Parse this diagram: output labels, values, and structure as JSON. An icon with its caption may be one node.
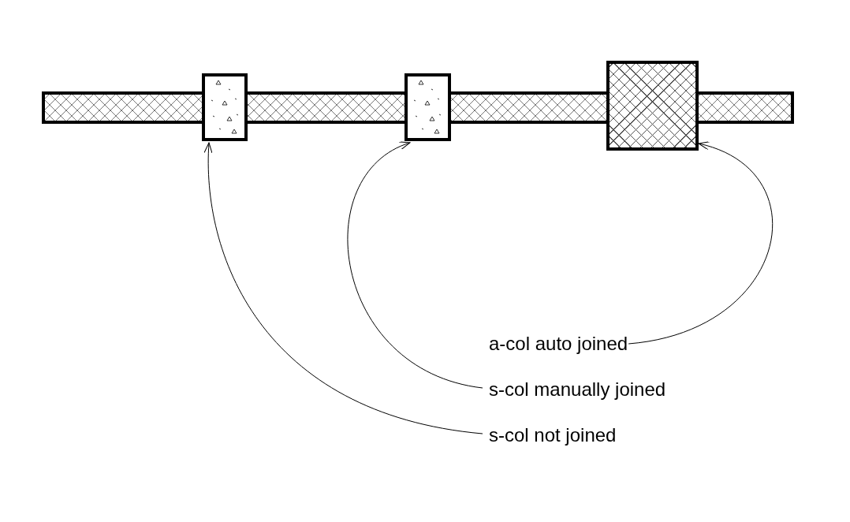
{
  "diagram": {
    "nodes": [
      {
        "text": [],
        "shape": "box"
      },
      {
        "text": [],
        "shape": "box"
      },
      {
        "text": [],
        "shape": "box"
      },
      {
        "text": [
          "a-col auto joined"
        ]
      },
      {
        "text": [
          "s-col manually joined"
        ]
      },
      {
        "text": [
          "s-col not joined"
        ]
      }
    ],
    "edges": [
      {
        "from": 3,
        "to": 2,
        "arrow": "to"
      },
      {
        "from": 4,
        "to": 1,
        "arrow": "to"
      },
      {
        "from": 5,
        "to": 0,
        "arrow": "to"
      }
    ]
  }
}
